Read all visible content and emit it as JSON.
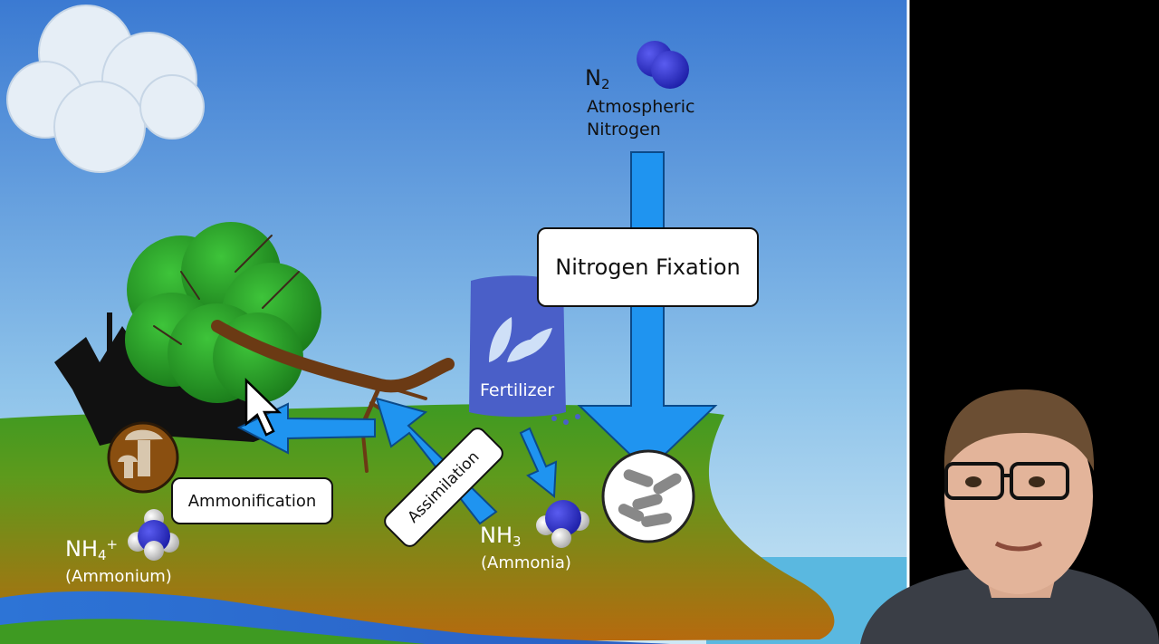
{
  "atmosphere": {
    "formula_main": "N",
    "formula_sub": "2",
    "name_line1": "Atmospheric",
    "name_line2": "Nitrogen"
  },
  "processes": {
    "fixation": "Nitrogen Fixation",
    "assimilation": "Assimilation",
    "ammonification": "Ammonification"
  },
  "fertilizer": {
    "label": "Fertilizer"
  },
  "ammonia": {
    "formula_main": "NH",
    "formula_sub": "3",
    "name": "(Ammonia)"
  },
  "ammonium": {
    "formula_main": "NH",
    "formula_sub": "4",
    "formula_sup": "+",
    "name": "(Ammonium)"
  },
  "colors": {
    "sky_top": "#3f7fd6",
    "sky_bottom": "#c9e6f4",
    "grass": "#3f9a24",
    "soil": "#b06a10",
    "water": "#2a6fd0",
    "arrow": "#1f94f0",
    "fertilizer_bag": "#4a5fc8",
    "molecule": "#3a3ad0"
  }
}
